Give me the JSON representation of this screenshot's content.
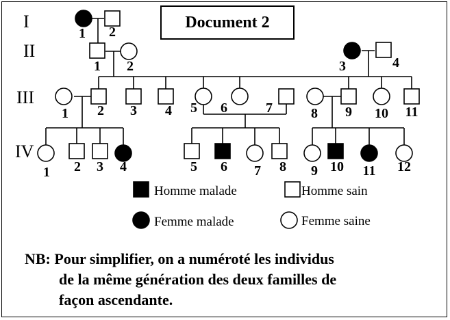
{
  "title": "Document 2",
  "generations": [
    "I",
    "II",
    "III",
    "IV"
  ],
  "individuals": {
    "I": [
      {
        "id": "1",
        "sex": "female",
        "affected": true
      },
      {
        "id": "2",
        "sex": "male",
        "affected": false
      }
    ],
    "II_left": [
      {
        "id": "1",
        "sex": "male",
        "affected": false
      },
      {
        "id": "2",
        "sex": "female",
        "affected": false
      }
    ],
    "II_right": [
      {
        "id": "3",
        "sex": "female",
        "affected": true
      },
      {
        "id": "4",
        "sex": "male",
        "affected": false
      }
    ],
    "III": [
      {
        "id": "1",
        "sex": "female",
        "affected": false
      },
      {
        "id": "2",
        "sex": "male",
        "affected": false
      },
      {
        "id": "3",
        "sex": "male",
        "affected": false
      },
      {
        "id": "4",
        "sex": "male",
        "affected": false
      },
      {
        "id": "5",
        "sex": "female",
        "affected": false
      },
      {
        "id": "6",
        "sex": "female",
        "affected": false
      },
      {
        "id": "7",
        "sex": "male",
        "affected": false
      },
      {
        "id": "8",
        "sex": "female",
        "affected": false
      },
      {
        "id": "9",
        "sex": "male",
        "affected": false
      },
      {
        "id": "10",
        "sex": "female",
        "affected": false
      },
      {
        "id": "11",
        "sex": "male",
        "affected": false
      }
    ],
    "IV": [
      {
        "id": "1",
        "sex": "female",
        "affected": false
      },
      {
        "id": "2",
        "sex": "male",
        "affected": false
      },
      {
        "id": "3",
        "sex": "male",
        "affected": false
      },
      {
        "id": "4",
        "sex": "female",
        "affected": true
      },
      {
        "id": "5",
        "sex": "male",
        "affected": false
      },
      {
        "id": "6",
        "sex": "male",
        "affected": true
      },
      {
        "id": "7",
        "sex": "female",
        "affected": false
      },
      {
        "id": "8",
        "sex": "male",
        "affected": false
      },
      {
        "id": "9",
        "sex": "female",
        "affected": false
      },
      {
        "id": "10",
        "sex": "male",
        "affected": true
      },
      {
        "id": "11",
        "sex": "female",
        "affected": true
      },
      {
        "id": "12",
        "sex": "female",
        "affected": false
      }
    ]
  },
  "legend": {
    "affected_male": "Homme malade",
    "healthy_male": "Homme sain",
    "affected_female": "Femme malade",
    "healthy_female": "Femme saine"
  },
  "note": {
    "line1": "NB: Pour simplifier, on a numéroté les individus",
    "line2": "de la même  génération des deux familles de",
    "line3": "façon ascendante."
  }
}
